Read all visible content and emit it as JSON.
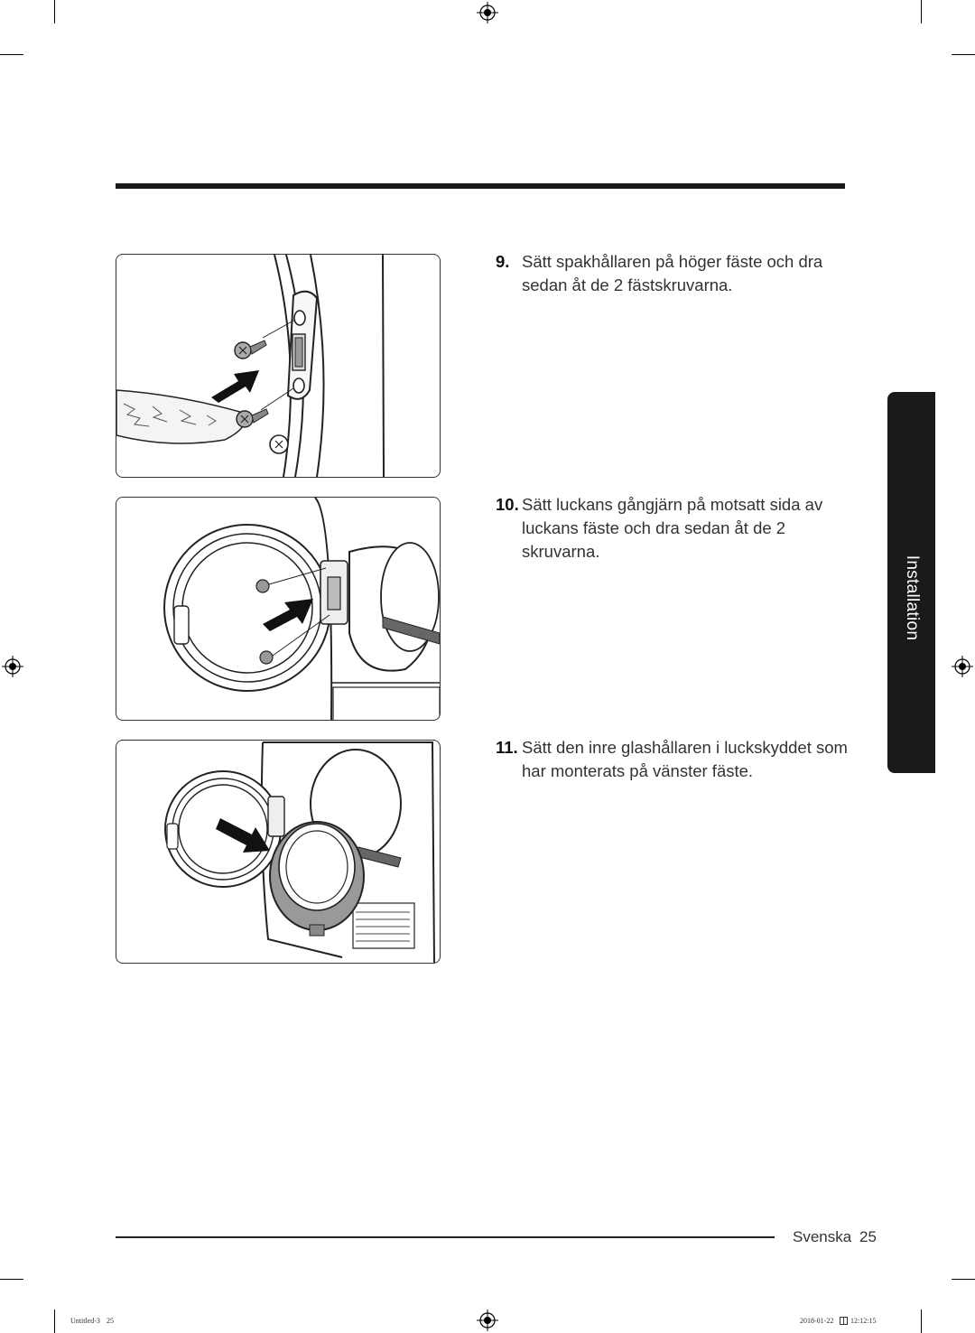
{
  "steps": [
    {
      "number": "9.",
      "text": "Sätt spakhållaren på höger fäste och dra sedan åt de 2 fästskruvarna."
    },
    {
      "number": "10.",
      "text": "Sätt luckans gångjärn på motsatt sida av luckans fäste och dra sedan åt de 2 skruvarna."
    },
    {
      "number": "11.",
      "text": "Sätt den inre glashållaren i luckskyddet som har monterats på vänster fäste."
    }
  ],
  "section_tab": {
    "label": "Installation"
  },
  "footer": {
    "language": "Svenska",
    "page": "25"
  },
  "print_info": {
    "file": "Untitled-3",
    "sheet": "25",
    "date": "2018-01-22",
    "time": "12:12:15"
  }
}
